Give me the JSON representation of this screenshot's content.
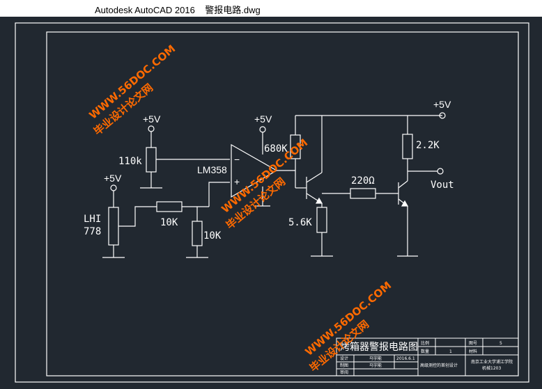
{
  "window": {
    "title": "Autodesk AutoCAD 2016    警报电路.dwg"
  },
  "schematic": {
    "supply_labels": [
      "+5V",
      "+5V",
      "+5V",
      "+5V"
    ],
    "opamp_label": "LM358",
    "opamp_minus": "−",
    "opamp_plus": "+",
    "r_110k": "110k",
    "r_10k_a": "10K",
    "r_10k_b": "10K",
    "r_680k": "680K",
    "r_56k": "5.6K",
    "r_220": "220Ω",
    "r_22k": "2.2K",
    "vout": "Vout",
    "ldr_line1": "LHI",
    "ldr_line2": "778"
  },
  "title_block": {
    "drawing_title": "烤箱器警报电路图",
    "ratio_label": "比例",
    "qty_label": "数量",
    "qty_value": "1",
    "sheet_label": "图号",
    "sheet_value": "5",
    "material_label": "材料",
    "design_label": "设计",
    "design_name": "马宇能",
    "design_date": "2016.6.1",
    "draw_label": "制图",
    "draw_name": "马宇能",
    "review_label": "审阅",
    "course": "高级测控的首创设计",
    "school_line1": "南京工业大学浦江学院",
    "school_line2": "机械1203"
  },
  "watermarks": [
    {
      "text1": "毕业设计论文网",
      "text2": "WWW.56DOC.COM"
    },
    {
      "text1": "毕业设计论文网",
      "text2": "WWW.56DOC.COM"
    },
    {
      "text1": "毕业设计论文网",
      "text2": "WWW.56DOC.COM"
    }
  ]
}
